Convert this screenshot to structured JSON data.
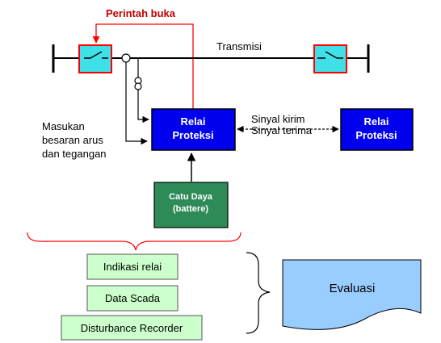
{
  "top_command": "Perintah buka",
  "transmission": "Transmisi",
  "input_label": [
    "Masukan",
    "besaran arus",
    "dan tegangan"
  ],
  "relay_left": [
    "Relai",
    "Proteksi"
  ],
  "relay_right": [
    "Relai",
    "Proteksi"
  ],
  "signal_send": "Sinyal kirim",
  "signal_receive": "Sinyal terima",
  "power_supply": [
    "Catu Daya",
    "(battere)"
  ],
  "records": [
    "Indikasi relai",
    "Data Scada",
    "Disturbance Recorder"
  ],
  "evaluation": "Evaluasi",
  "colors": {
    "relay_blue": "#0000ee",
    "power_green": "#2e8b57",
    "record_green": "#ccffcc",
    "breaker_cyan": "#40e0e8",
    "breaker_border": "#ff0000",
    "command_line": "#ff0000",
    "eval_fill": "#99ccff"
  }
}
